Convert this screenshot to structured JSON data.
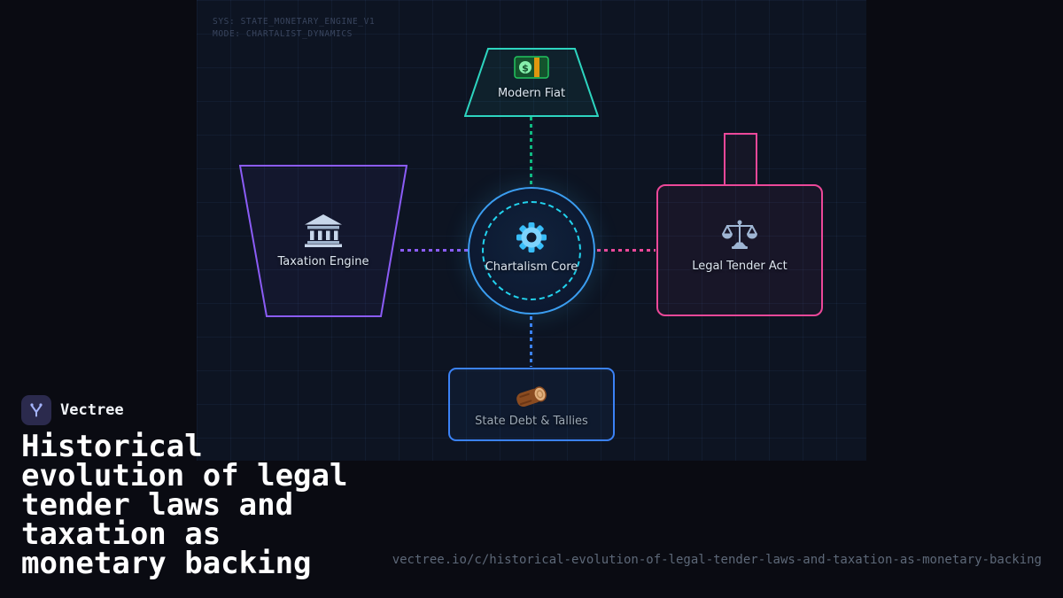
{
  "panel": {
    "sys": "SYS: STATE_MONETARY_ENGINE_V1",
    "mode": "MODE: CHARTALIST_DYNAMICS"
  },
  "diagram": {
    "nodes": {
      "modern_fiat": {
        "label": "Modern Fiat",
        "icon": "dollar-banknote-icon",
        "accent": "#2dd4bf",
        "shape": "trapezoid"
      },
      "taxation_engine": {
        "label": "Taxation Engine",
        "icon": "bank-building-icon",
        "accent": "#8b5cf6",
        "shape": "inverted-trapezoid"
      },
      "chartalism_core": {
        "label": "Chartalism Core",
        "icon": "gear-icon",
        "accent": "#3b9df0",
        "inner_ring": "#22d3ee",
        "shape": "circle"
      },
      "legal_tender_act": {
        "label": "Legal Tender Act",
        "icon": "balance-scale-icon",
        "accent": "#ec4899",
        "shape": "tabbed-rectangle"
      },
      "state_debt_tallies": {
        "label": "State Debt & Tallies",
        "icon": "wood-log-icon",
        "accent": "#3b82f6",
        "shape": "rounded-rectangle"
      }
    },
    "connectors": [
      {
        "from": "modern_fiat",
        "to": "chartalism_core",
        "color": "#10b981",
        "style": "dotted"
      },
      {
        "from": "taxation_engine",
        "to": "chartalism_core",
        "color": "#8b5cf6",
        "style": "dotted"
      },
      {
        "from": "chartalism_core",
        "to": "legal_tender_act",
        "color": "#ec4899",
        "style": "dotted"
      },
      {
        "from": "chartalism_core",
        "to": "state_debt_tallies",
        "color": "#3b82f6",
        "style": "dotted"
      }
    ]
  },
  "branding": {
    "name": "Vectree",
    "title": "Historical evolution of legal tender laws and taxation as monetary backing"
  },
  "footer": {
    "url": "vectree.io/c/historical-evolution-of-legal-tender-laws-and-taxation-as-monetary-backing"
  }
}
